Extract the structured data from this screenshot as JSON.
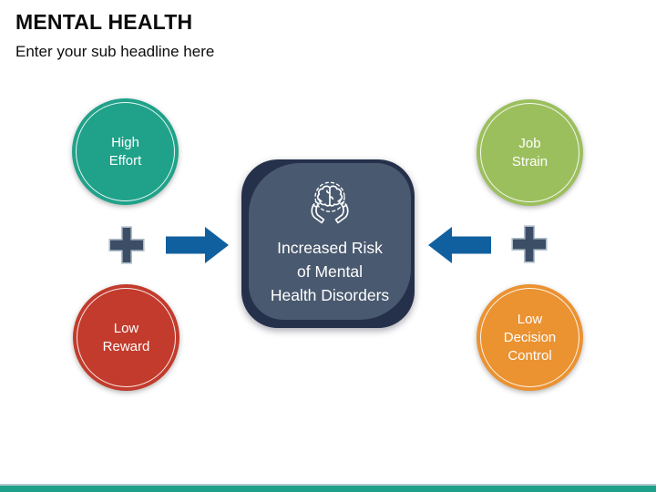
{
  "slide": {
    "title": "MENTAL HEALTH",
    "subtitle": "Enter your sub headline here"
  },
  "center": {
    "lines": [
      "Increased Risk",
      "of Mental",
      "Health Disorders"
    ],
    "icon": "brain-in-hands-icon",
    "fill_color": "#49596f",
    "border_color": "#25304a",
    "text_color": "#ffffff"
  },
  "factors": [
    {
      "name": "high-effort",
      "lines": [
        "High",
        "Effort"
      ],
      "color": "#20a28a"
    },
    {
      "name": "low-reward",
      "lines": [
        "Low",
        "Reward"
      ],
      "color": "#c23b2c"
    },
    {
      "name": "job-strain",
      "lines": [
        "Job",
        "Strain"
      ],
      "color": "#9cbf5e"
    },
    {
      "name": "low-decision-control",
      "lines": [
        "Low",
        "Decision",
        "Control"
      ],
      "color": "#eb9231"
    }
  ],
  "connectors": {
    "plus_color": "#3c4e66",
    "plus_outline_color": "#b0bec8",
    "arrow_color": "#10609f"
  },
  "footer": {
    "bar_color": "#1fa189",
    "accent_line_color": "#b7c9d4"
  }
}
